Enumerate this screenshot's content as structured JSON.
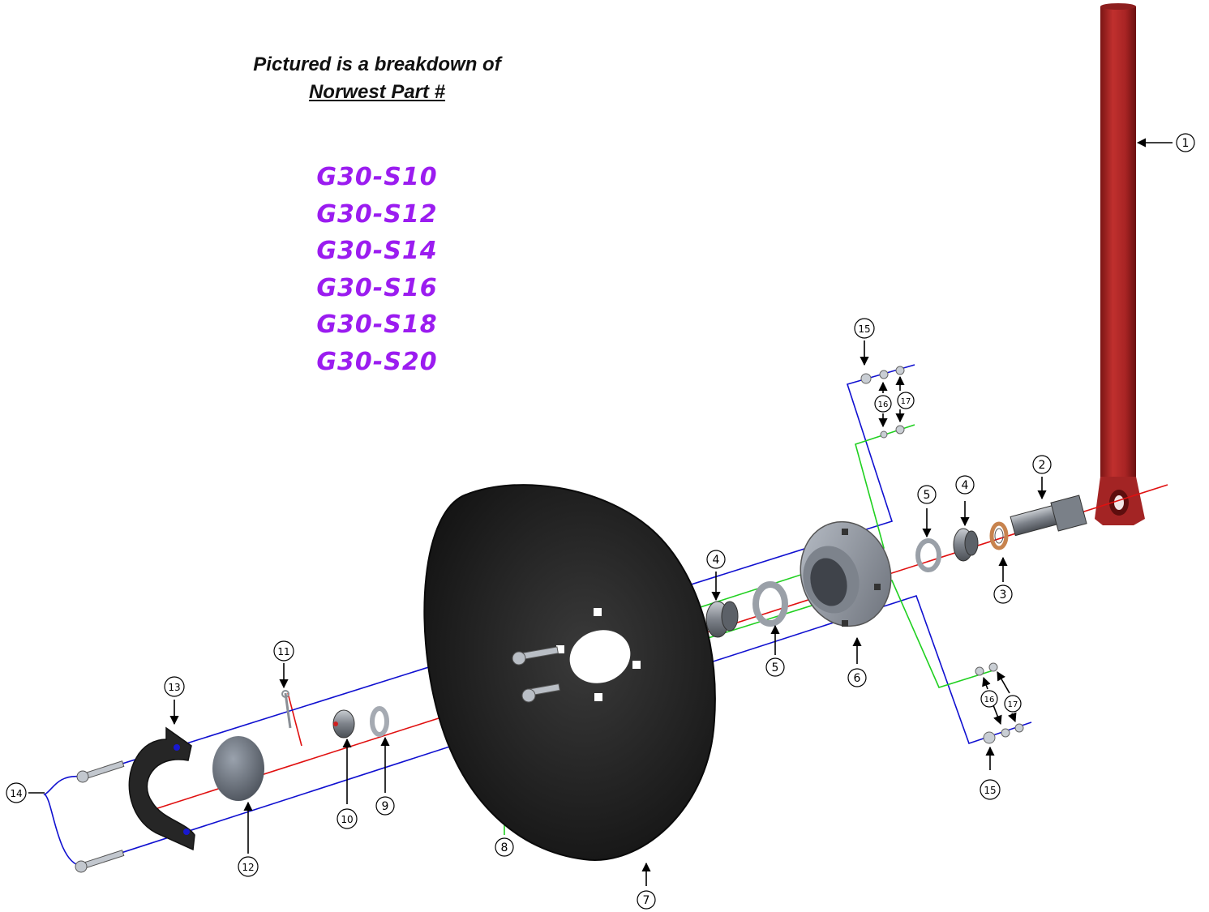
{
  "header": {
    "line1": "Pictured is a breakdown of",
    "line2": "Norwest Part #"
  },
  "part_numbers": [
    "G30-S10",
    "G30-S12",
    "G30-S14",
    "G30-S16",
    "G30-S18",
    "G30-S20"
  ],
  "colors": {
    "part_number_text": "#9b1cf0",
    "shank": "#b22a2a",
    "disc": "#1f1f1f",
    "axis_line": "#e01010",
    "bolt_line_blue": "#1010d0",
    "bolt_line_green": "#20d020"
  },
  "callouts": [
    {
      "id": "c1",
      "label": "1",
      "part": "shank"
    },
    {
      "id": "c2",
      "label": "2",
      "part": "spindle"
    },
    {
      "id": "c3",
      "label": "3",
      "part": "seal"
    },
    {
      "id": "c4a",
      "label": "4",
      "part": "bearing-cone"
    },
    {
      "id": "c4b",
      "label": "4",
      "part": "bearing-cone"
    },
    {
      "id": "c5a",
      "label": "5",
      "part": "bearing-cup"
    },
    {
      "id": "c5b",
      "label": "5",
      "part": "bearing-cup"
    },
    {
      "id": "c6",
      "label": "6",
      "part": "hub"
    },
    {
      "id": "c7",
      "label": "7",
      "part": "disc-blade"
    },
    {
      "id": "c8",
      "label": "8",
      "part": "disc-bolts"
    },
    {
      "id": "c9",
      "label": "9",
      "part": "washer"
    },
    {
      "id": "c10",
      "label": "10",
      "part": "castle-nut"
    },
    {
      "id": "c11",
      "label": "11",
      "part": "cotter-pin"
    },
    {
      "id": "c12",
      "label": "12",
      "part": "dust-cap"
    },
    {
      "id": "c13",
      "label": "13",
      "part": "cap-bracket"
    },
    {
      "id": "c14",
      "label": "14",
      "part": "bracket-bolts"
    },
    {
      "id": "c15a",
      "label": "15",
      "part": "flat-washer"
    },
    {
      "id": "c15b",
      "label": "15",
      "part": "flat-washer"
    },
    {
      "id": "c16a",
      "label": "16",
      "part": "lock-washer"
    },
    {
      "id": "c16b",
      "label": "16",
      "part": "lock-washer"
    },
    {
      "id": "c17a",
      "label": "17",
      "part": "hex-nut"
    },
    {
      "id": "c17b",
      "label": "17",
      "part": "hex-nut"
    }
  ]
}
